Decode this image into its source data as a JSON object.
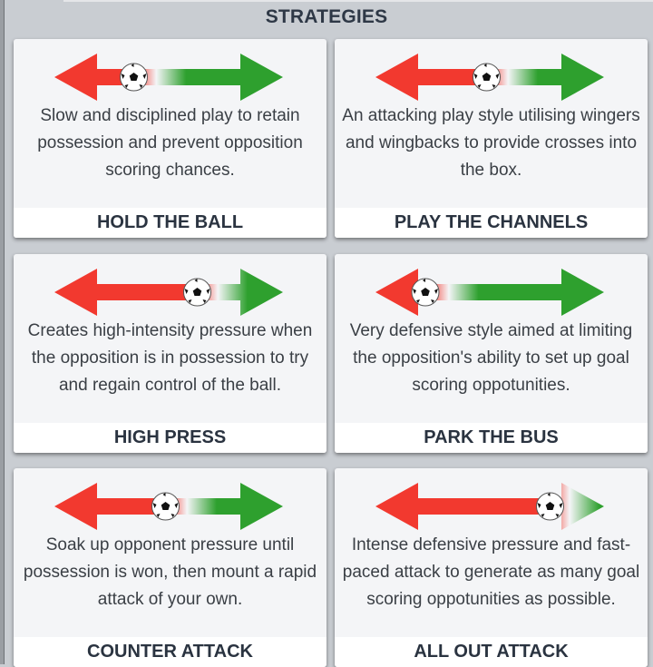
{
  "header": {
    "title": "STRATEGIES"
  },
  "colors": {
    "defense": "#f2392f",
    "attack": "#2ea02e",
    "background": "#c9cdd2",
    "card": "#f4f5f7"
  },
  "strategies": [
    {
      "name": "HOLD THE BALL",
      "description": "Slow and disciplined play to retain possession and prevent opposition scoring chances.",
      "ball_position": 0.35
    },
    {
      "name": "PLAY THE CHANNELS",
      "description": "An attacking play style utilising wingers and wingbacks to provide crosses into the box.",
      "ball_position": 0.49
    },
    {
      "name": "HIGH PRESS",
      "description": "Creates high-intensity pressure when the opposition is in possession to try and regain control of the ball.",
      "ball_position": 0.63
    },
    {
      "name": "PARK THE BUS",
      "description": "Very defensive style aimed at limiting the opposition's ability to set up goal scoring oppotunities.",
      "ball_position": 0.22
    },
    {
      "name": "COUNTER ATTACK",
      "description": "Soak up opponent pressure until possession is won, then mount a rapid attack of your own.",
      "ball_position": 0.49
    },
    {
      "name": "ALL OUT ATTACK",
      "description": "Intense defensive pressure and fast-paced attack to generate as many goal scoring oppotunities as possible.",
      "ball_position": 0.77
    }
  ]
}
